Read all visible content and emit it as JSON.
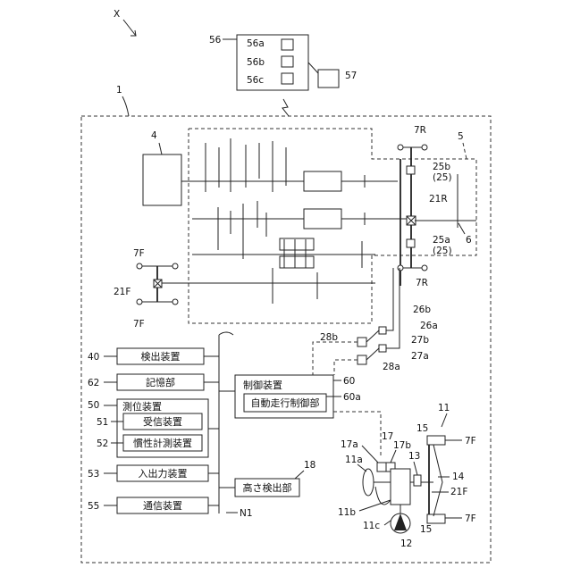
{
  "direction_label": "X",
  "labels": {
    "n56": "56",
    "n56a": "56a",
    "n56b": "56b",
    "n56c": "56c",
    "n57": "57",
    "n1": "1",
    "n4": "4",
    "n5": "5",
    "n6": "6",
    "n7R_top": "7R",
    "n7R_bottom": "7R",
    "n25b": "25b",
    "n25b_paren": "(25)",
    "n21R": "21R",
    "n25a": "25a",
    "n25a_paren": "(25)",
    "n7F_left_top": "7F",
    "n7F_left_bottom": "7F",
    "n21F_left": "21F",
    "n26b": "26b",
    "n26a": "26a",
    "n28b": "28b",
    "n27b": "27b",
    "n27a": "27a",
    "n28a": "28a",
    "n40": "40",
    "n62": "62",
    "n50": "50",
    "n51": "51",
    "n52": "52",
    "n53": "53",
    "n55": "55",
    "n60": "60",
    "n60a": "60a",
    "n18": "18",
    "nN1": "N1",
    "n11": "11",
    "n15_top": "15",
    "n7F_right_top": "7F",
    "n17a": "17a",
    "n17": "17",
    "n11a": "11a",
    "n17b": "17b",
    "n13": "13",
    "n14": "14",
    "n21F_right": "21F",
    "n11b": "11b",
    "n11c": "11c",
    "n12": "12",
    "n15_bottom": "15",
    "n7F_right_bottom": "7F"
  },
  "blocks": {
    "detection_device": "検出装置",
    "storage_unit": "記憶部",
    "positioning_device": "測位装置",
    "receiver_device": "受信装置",
    "inertial_measurement_device": "慣性計測装置",
    "io_device": "入出力装置",
    "communication_device": "通信装置",
    "control_device": "制御装置",
    "autonomous_travel_controller": "自動走行制御部",
    "height_detection_unit": "高さ検出部"
  }
}
